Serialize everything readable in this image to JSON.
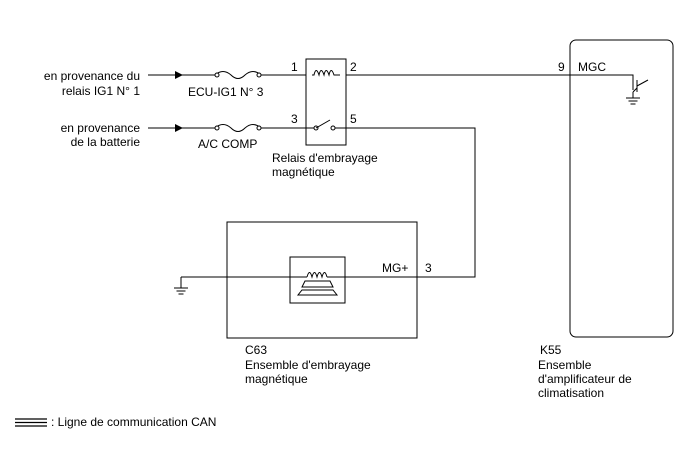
{
  "sources": {
    "ig1_relay": [
      "en provenance du",
      "relais IG1 N° 1"
    ],
    "battery": [
      "en provenance",
      "de la batterie"
    ]
  },
  "fuses": {
    "ecu_ig1": "ECU-IG1 N° 3",
    "ac_comp": "A/C COMP"
  },
  "relay": {
    "pins": {
      "p1": "1",
      "p2": "2",
      "p3": "3",
      "p5": "5"
    },
    "name": [
      "Relais d'embrayage",
      "magnétique"
    ]
  },
  "clutch": {
    "pin_label": "MG+",
    "pin_number": "3",
    "code": "C63",
    "name": [
      "Ensemble d'embrayage",
      "magnétique"
    ]
  },
  "amplifier": {
    "pin_number": "9",
    "pin_label": "MGC",
    "code": "K55",
    "name": [
      "Ensemble",
      "d'amplificateur de",
      "climatisation"
    ]
  },
  "legend": {
    "text": ": Ligne de communication CAN"
  }
}
